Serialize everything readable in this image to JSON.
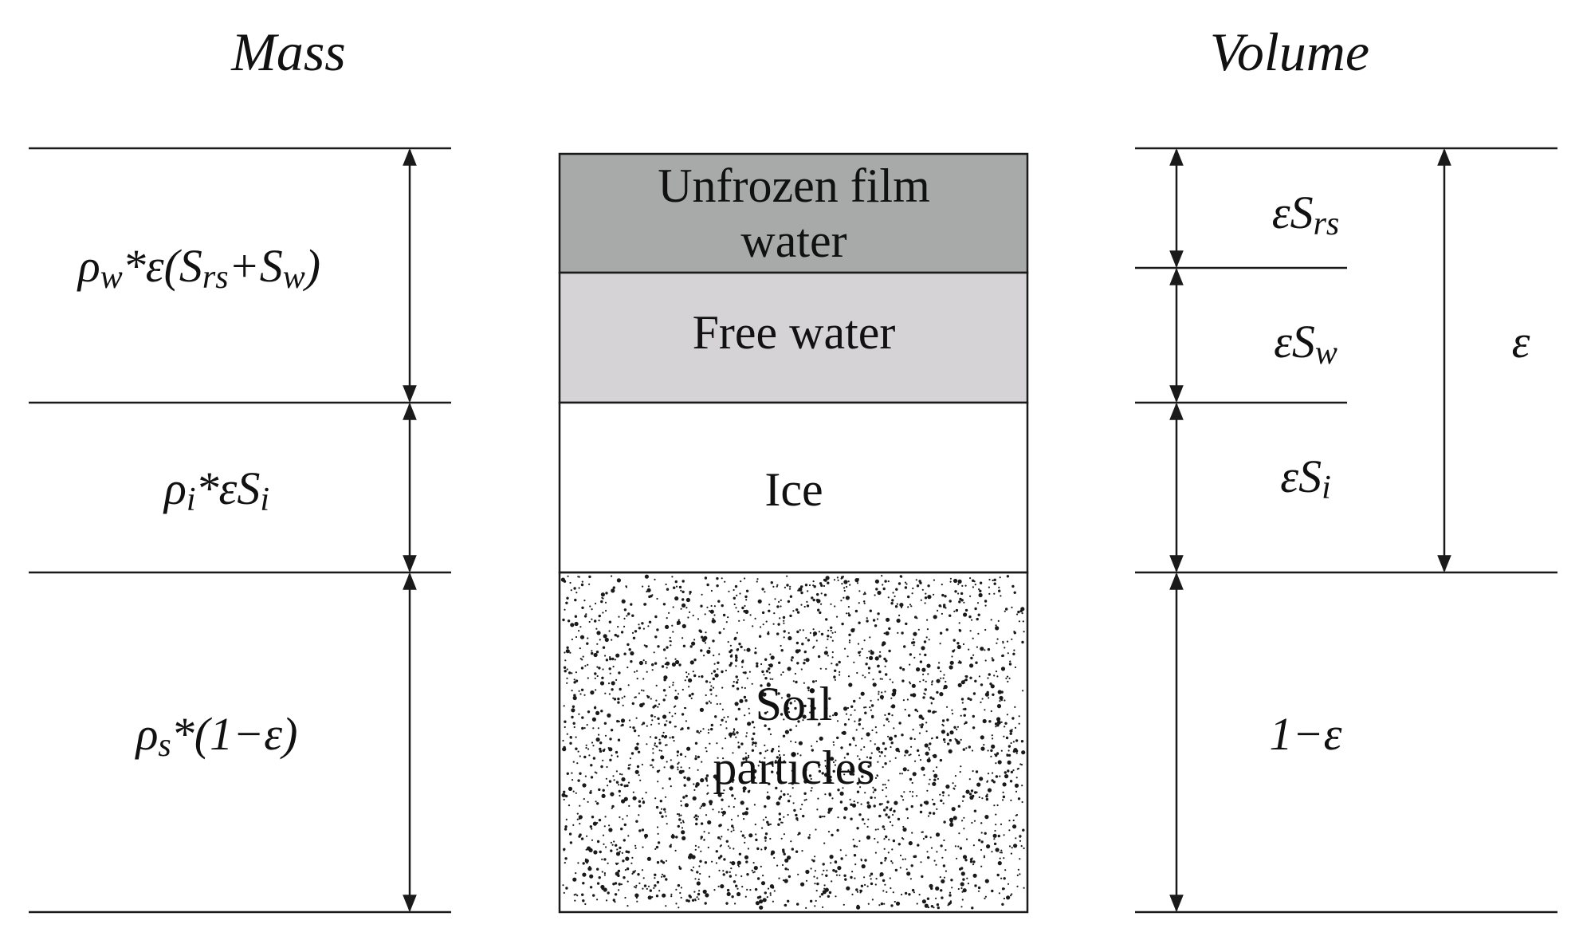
{
  "headers": {
    "mass": "Mass",
    "volume": "Volume"
  },
  "layers": [
    {
      "id": "unfrozen",
      "label_lines": [
        "Unfrozen film",
        "water"
      ],
      "fill": "#a8aaa9"
    },
    {
      "id": "free",
      "label_lines": [
        "Free water"
      ],
      "fill": "#d5d3d6"
    },
    {
      "id": "ice",
      "label_lines": [
        "Ice"
      ],
      "fill": "#ffffff"
    },
    {
      "id": "soil",
      "label_lines": [
        "Soil",
        "particles"
      ],
      "fill": "#ffffff",
      "pattern": "stippled-dots"
    }
  ],
  "mass_labels": [
    {
      "id": "water_mass",
      "rho": "ρ",
      "rho_sub": "w",
      "expr": "*ε(S",
      "s1": "rs",
      "mid": "+S",
      "s2": "w",
      "tail": ")"
    },
    {
      "id": "ice_mass",
      "rho": "ρ",
      "rho_sub": "i",
      "expr": "*εS",
      "s1": "i"
    },
    {
      "id": "soil_mass",
      "rho": "ρ",
      "rho_sub": "s",
      "expr": "*(1−ε)"
    }
  ],
  "volume_labels": [
    {
      "id": "unfrozen_vol",
      "main": "εS",
      "sub": "rs"
    },
    {
      "id": "free_vol",
      "main": "εS",
      "sub": "w"
    },
    {
      "id": "ice_vol",
      "main": "εS",
      "sub": "i"
    },
    {
      "id": "soil_vol",
      "main": "1−ε",
      "sub": ""
    },
    {
      "id": "porosity_vol",
      "main": "ε",
      "sub": ""
    }
  ]
}
